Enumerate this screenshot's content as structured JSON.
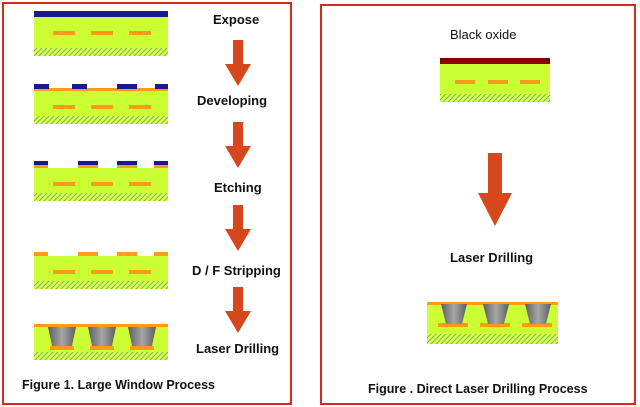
{
  "left_panel": {
    "steps": [
      {
        "label": "Expose"
      },
      {
        "label": "Developing"
      },
      {
        "label": "Etching"
      },
      {
        "label": "D / F Stripping"
      },
      {
        "label": "Laser Drilling"
      }
    ],
    "caption": "Figure 1. Large Window Process"
  },
  "right_panel": {
    "top_label": "Black oxide",
    "step_label": "Laser Drilling",
    "caption": "Figure . Direct Laser Drilling Process"
  },
  "colors": {
    "border": "#d42b1e",
    "substrate": "#ccff33",
    "copper": "#ff9a1a",
    "dry_film": "#1a1a8c",
    "black_oxide": "#8b0000",
    "arrow": "#d6481c",
    "via": "#808080"
  }
}
